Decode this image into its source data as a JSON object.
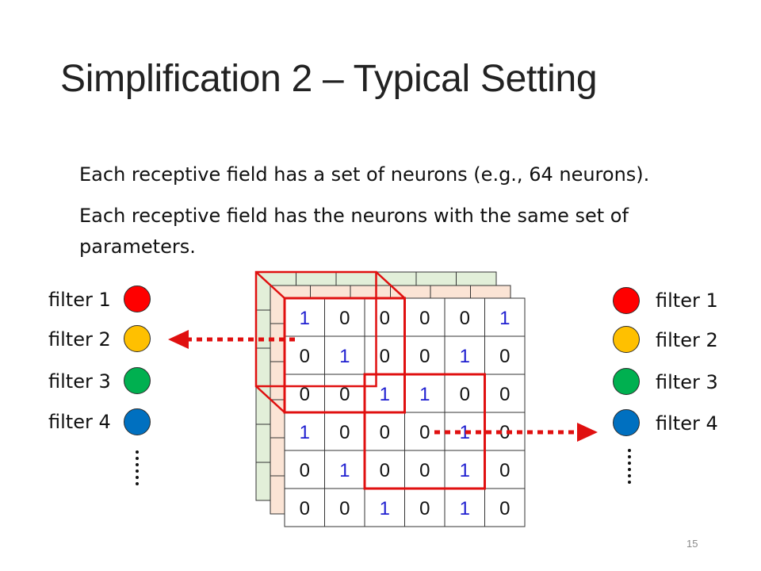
{
  "slide": {
    "title": "Simplification 2 – Typical Setting",
    "paragraphs": [
      "Each receptive field has a set of neurons (e.g., 64 neurons).",
      "Each receptive field has the neurons with the same set of parameters."
    ],
    "page_number": "15"
  },
  "filters_left": [
    {
      "label": "filter 1",
      "color": "#ff0000"
    },
    {
      "label": "filter 2",
      "color": "#ffc000"
    },
    {
      "label": "filter 3",
      "color": "#00b050"
    },
    {
      "label": "filter 4",
      "color": "#0070c0"
    }
  ],
  "filters_right": [
    {
      "label": "filter 1",
      "color": "#ff0000"
    },
    {
      "label": "filter 2",
      "color": "#ffc000"
    },
    {
      "label": "filter 3",
      "color": "#00b050"
    },
    {
      "label": "filter 4",
      "color": "#0070c0"
    }
  ],
  "image_grid": {
    "rows": [
      [
        1,
        0,
        0,
        0,
        0,
        1
      ],
      [
        0,
        1,
        0,
        0,
        1,
        0
      ],
      [
        0,
        0,
        1,
        1,
        0,
        0
      ],
      [
        1,
        0,
        0,
        0,
        1,
        0
      ],
      [
        0,
        1,
        0,
        0,
        1,
        0
      ],
      [
        0,
        0,
        1,
        0,
        1,
        0
      ]
    ],
    "one_color": "#1f1fd0",
    "zero_color": "#111111",
    "highlight_color": "#e01010",
    "channel_colors": [
      "#e2efd9",
      "#fbe4d5",
      "#ffffff"
    ]
  }
}
